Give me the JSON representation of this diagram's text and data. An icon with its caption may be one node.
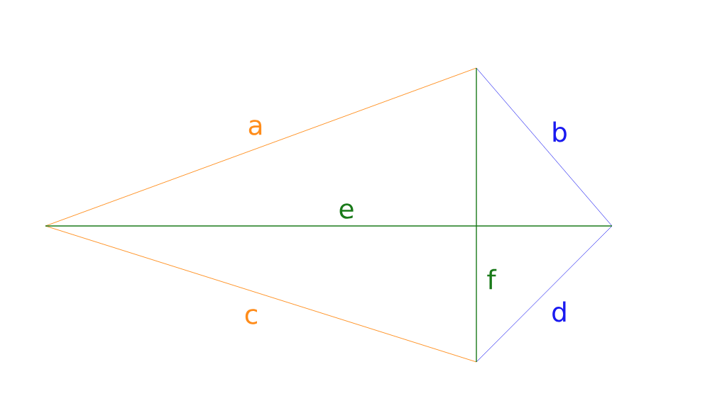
{
  "diagram": {
    "labels": [
      "a",
      "b",
      "e",
      "f",
      "c",
      "d"
    ]
  }
}
